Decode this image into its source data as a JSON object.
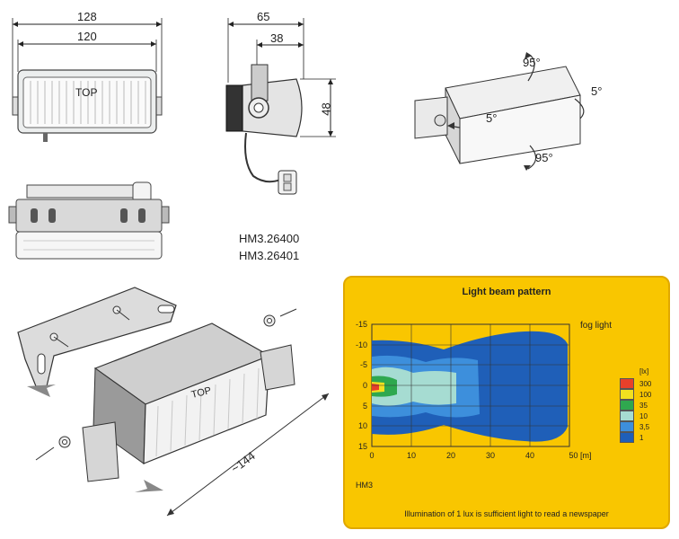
{
  "dimensions": {
    "width_outer": "128",
    "width_inner": "120",
    "depth_total": "65",
    "depth_partial": "38",
    "height": "48",
    "length": "~144"
  },
  "front_label": "TOP",
  "exploded_label": "TOP",
  "models": [
    "HM3.26400",
    "HM3.26401"
  ],
  "rotation": {
    "top": "95°",
    "bottom": "95°",
    "left": "5°",
    "right": "5°"
  },
  "beam": {
    "title": "Light beam pattern",
    "fog_label": "fog light",
    "id_label": "HM3",
    "note": "Illumination of 1 lux is sufficient light to read a newspaper",
    "y_ticks": [
      "-15",
      "-10",
      "-5",
      "0",
      "5",
      "10",
      "15"
    ],
    "x_ticks": [
      "0",
      "10",
      "20",
      "30",
      "40",
      "50 [m]"
    ],
    "legend_unit": "[lx]",
    "legend": [
      {
        "label": "300",
        "color": "#e8402a"
      },
      {
        "label": "100",
        "color": "#f2e020"
      },
      {
        "label": "35",
        "color": "#2fa84f"
      },
      {
        "label": "10",
        "color": "#a6dcd2"
      },
      {
        "label": "3,5",
        "color": "#3d8fdc"
      },
      {
        "label": "1",
        "color": "#1f5fb8"
      }
    ]
  }
}
